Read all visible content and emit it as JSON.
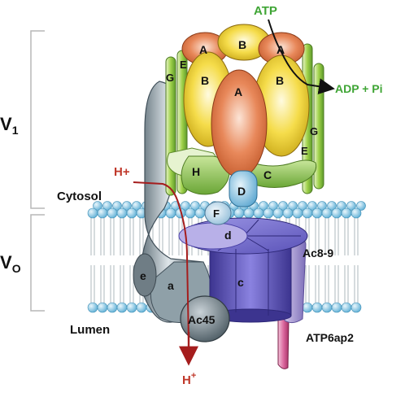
{
  "domains": {
    "v1": {
      "main": "V",
      "sub": "1"
    },
    "vo": {
      "main": "V",
      "sub": "O"
    }
  },
  "regions": {
    "cytosol": "Cytosol",
    "lumen": "Lumen"
  },
  "reaction": {
    "atp": "ATP",
    "adp_pi": "ADP + Pi"
  },
  "protons": {
    "in_main": "H+",
    "out_main": "H",
    "out_sup": "+"
  },
  "subunits": {
    "A_left": "A",
    "B_top": "B",
    "A_right": "A",
    "B_left": "B",
    "A_center": "A",
    "B_right": "B",
    "E_left": "E",
    "G_left": "G",
    "G_right": "G",
    "E_right": "E",
    "H": "H",
    "C": "C",
    "D": "D",
    "F": "F",
    "d": "d",
    "e": "e",
    "a": "a",
    "c": "c",
    "ac45": "Ac45",
    "ac8_9": "Ac8-9",
    "atp6ap2": "ATP6ap2"
  },
  "colors": {
    "atp_label": "#3fa535",
    "proton_label": "#c0392b",
    "proton_arrow": "#a51d1d",
    "subunit_A": "#e07a4a",
    "subunit_B": "#f2d23a",
    "stalk_green": "#8cc63f",
    "subunit_D": "#6fb4d8",
    "subunit_c": "#6b63c8",
    "subunit_a": "#8a9aa3",
    "atp6ap2": "#c23a7a",
    "membrane_head": "#8ecae6"
  }
}
